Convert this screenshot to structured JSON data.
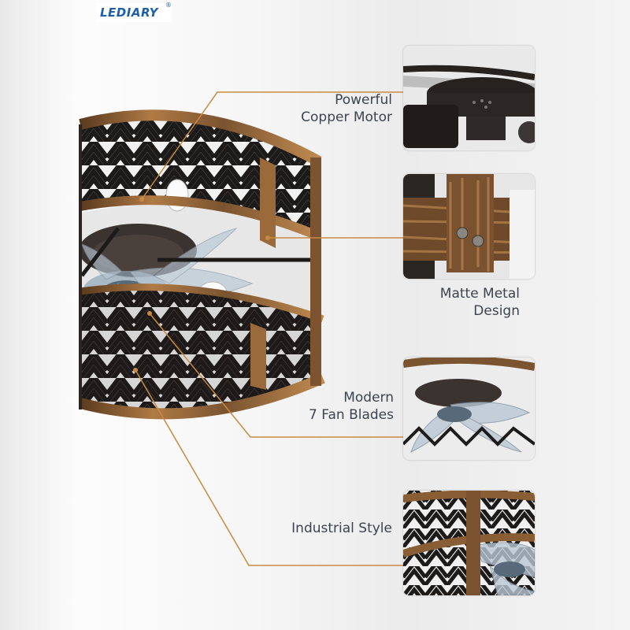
{
  "brand": {
    "logo_text": "LEDIARY",
    "logo_mark": "®"
  },
  "features": [
    {
      "line1": "Powerful",
      "line2": "Copper Motor",
      "icon": "motor-closeup"
    },
    {
      "line1": "Matte Metal",
      "line2": "Design",
      "icon": "metal-bracket-closeup"
    },
    {
      "line1": "Modern",
      "line2": "7 Fan Blades",
      "icon": "fan-blades-closeup"
    },
    {
      "line1": "Industrial Style",
      "line2": "",
      "icon": "fan-cage-closeup"
    }
  ],
  "colors": {
    "callout_line": "#c98a3f",
    "label_text": "#3d4350",
    "brand_blue": "#1f5fa8",
    "copper": "#a8743f",
    "cage_black": "#1d1b1a"
  }
}
